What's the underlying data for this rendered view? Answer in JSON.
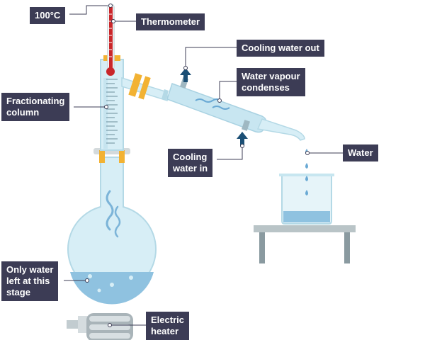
{
  "labels": {
    "temperature": "100°C",
    "thermometer": "Thermometer",
    "cooling_water_out": "Cooling water out",
    "water_vapour_line1": "Water vapour",
    "water_vapour_line2": "condenses",
    "fractionating_line1": "Fractionating",
    "fractionating_line2": "column",
    "cooling_in_line1": "Cooling",
    "cooling_in_line2": "water in",
    "water": "Water",
    "only_water_line1": "Only water",
    "only_water_line2": "left at this",
    "only_water_line3": "stage",
    "heater_line1": "Electric",
    "heater_line2": "heater"
  },
  "colors": {
    "label_bg": "#3c3c55",
    "label_text": "#ffffff",
    "glass": "#d7eef6",
    "glass_edge": "#b4d9e6",
    "liquid": "#8fc2e0",
    "arrow": "#1b4f75",
    "mercury": "#c9262a",
    "clamp": "#f2b233",
    "table": "#8a9aa0"
  }
}
